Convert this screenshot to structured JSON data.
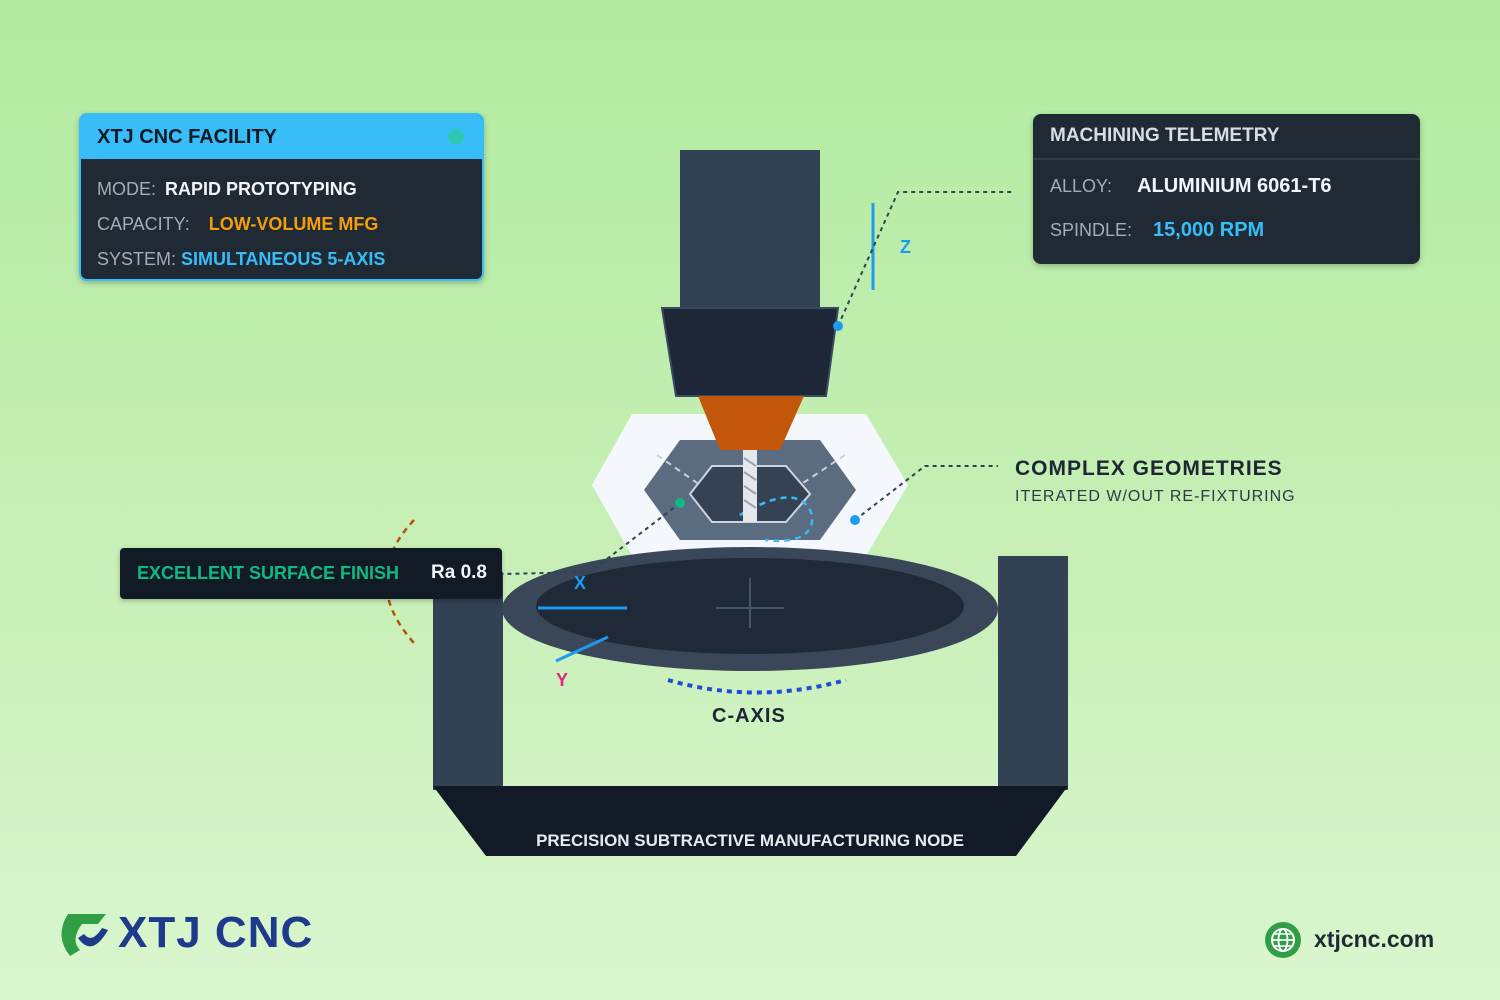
{
  "facility_card": {
    "title": "XTJ CNC FACILITY",
    "mode_label": "MODE:",
    "mode_value": "RAPID PROTOTYPING",
    "capacity_label": "CAPACITY:",
    "capacity_value": "LOW-VOLUME MFG",
    "system_label": "SYSTEM:",
    "system_value": "SIMULTANEOUS 5-AXIS"
  },
  "telemetry_card": {
    "title": "MACHINING TELEMETRY",
    "alloy_label": "ALLOY:",
    "alloy_value": "ALUMINIUM 6061-T6",
    "spindle_label": "SPINDLE:",
    "spindle_value": "15,000 RPM"
  },
  "surface_card": {
    "label": "EXCELLENT SURFACE FINISH",
    "value": "Ra 0.8"
  },
  "callouts": {
    "geometry_title": "COMPLEX GEOMETRIES",
    "geometry_subtitle": "ITERATED W/OUT RE-FIXTURING",
    "c_axis": "C-AXIS"
  },
  "axes": {
    "z": "Z",
    "x": "X",
    "y": "Y"
  },
  "machine": {
    "base_label": "PRECISION SUBTRACTIVE MANUFACTURING NODE"
  },
  "footer": {
    "brand_name": "XTJ CNC",
    "website": "xtjcnc.com"
  },
  "colors": {
    "accent_blue": "#38bdf8",
    "accent_orange": "#f59e0b",
    "accent_green": "#10b981",
    "panel_dark": "#1f2a35",
    "tool_orange": "#c2570c",
    "axis_magenta": "#e0247c",
    "brand_blue": "#1e3a8a",
    "brand_green": "#2f9e44"
  },
  "icons": {
    "brand_logo": "xtj-logo-icon",
    "globe": "globe-icon",
    "status_dot": "status-dot-icon"
  }
}
